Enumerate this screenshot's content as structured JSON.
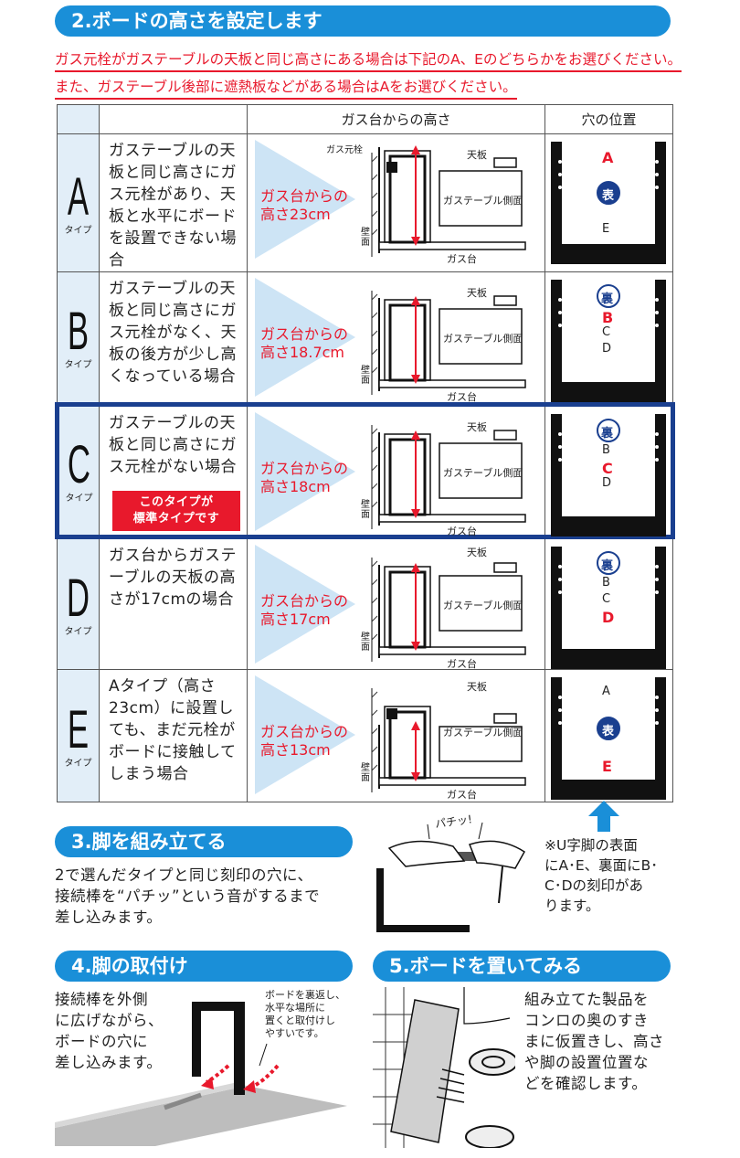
{
  "sec2": {
    "title": "2.ボードの高さを設定します",
    "note1": "ガス元栓がガステーブルの天板と同じ高さにある場合は下記のA、Eのどちらかをお選びください。",
    "note2": "また、ガステーブル後部に遮熱板などがある場合はAをお選びください。"
  },
  "table": {
    "col_height": "ガス台からの高さ",
    "col_hole": "穴の位置",
    "type_suffix": "タイプ",
    "labels": {
      "gas_valve": "ガス元栓",
      "top_plate": "天板",
      "side": "ガステーブル側面",
      "base": "ガス台",
      "wall": "壁\n面"
    },
    "rows": [
      {
        "letter": "A",
        "desc": "ガステーブルの天板と同じ高さにガス元栓があり、天板と水平にボードを設置できない場合",
        "height": "ガス台からの\n高さ23cm",
        "face": "表",
        "marks": [
          "A",
          "E"
        ],
        "highlight": "A"
      },
      {
        "letter": "B",
        "desc": "ガステーブルの天板と同じ高さにガス元栓がなく、天板の後方が少し高くなっている場合",
        "height": "ガス台からの\n高さ18.7cm",
        "face": "裏",
        "marks": [
          "B",
          "C",
          "D"
        ],
        "highlight": "B"
      },
      {
        "letter": "C",
        "desc": "ガステーブルの天板と同じ高さにガス元栓がない場合",
        "height": "ガス台からの\n高さ18cm",
        "face": "裏",
        "marks": [
          "B",
          "C",
          "D"
        ],
        "highlight": "C",
        "badge": "このタイプが\n標準タイプです"
      },
      {
        "letter": "D",
        "desc": "ガス台からガステーブルの天板の高さが17cmの場合",
        "height": "ガス台からの\n高さ17cm",
        "face": "裏",
        "marks": [
          "B",
          "C",
          "D"
        ],
        "highlight": "D"
      },
      {
        "letter": "E",
        "desc": "Aタイプ（高さ23cm）に設置しても、まだ元栓がボードに接触してしまう場合",
        "height": "ガス台からの\n高さ13cm",
        "face": "表",
        "marks": [
          "A",
          "E"
        ],
        "highlight": "E"
      }
    ]
  },
  "sec3": {
    "title": "3.脚を組み立てる",
    "text": "2で選んだタイプと同じ刻印の穴に、\n接続棒を“パチッ”という音がするまで\n差し込みます。",
    "sound": "パチッ!",
    "note": "※U字脚の表面\nにA･E、裏面にB･\nC･Dの刻印があ\nります。"
  },
  "sec4": {
    "title": "4.脚の取付け",
    "text": "接続棒を外側\nに広げながら、\nボードの穴に\n差し込みます。",
    "tip": "ボードを裏返し、\n水平な場所に\n置くと取付けし\nやすいです。"
  },
  "sec5": {
    "title": "5.ボードを置いてみる",
    "text": "組み立てた製品を\nコンロの奥のすき\nまに仮置きし、高さ\nや脚の設置位置な\nどを確認します。"
  },
  "colors": {
    "blue": "#1a8fd8",
    "red": "#e8192c",
    "navy": "#1a3f8f",
    "pale": "#e2eef8"
  }
}
